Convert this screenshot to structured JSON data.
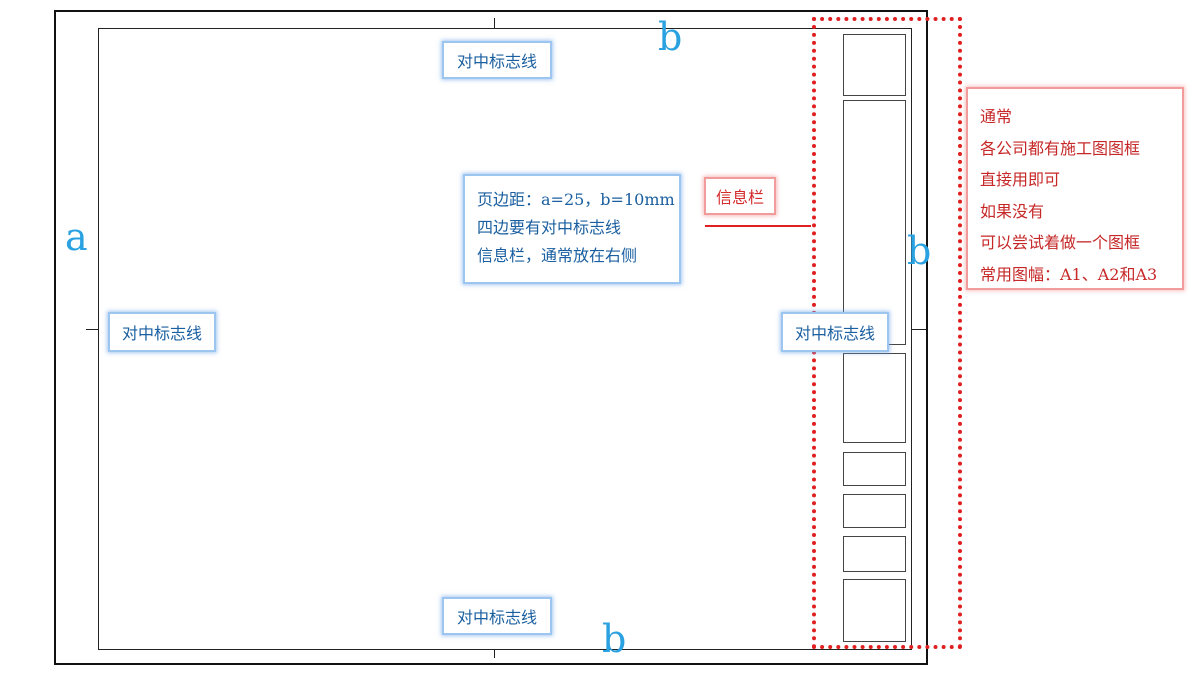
{
  "diagram": {
    "center_mark_label": "对中标志线",
    "letters": {
      "a": "a",
      "b": "b"
    },
    "margin_note": {
      "lines": [
        "页边距：a=25，b=10mm",
        "四边要有对中标志线",
        "信息栏，通常放在右侧"
      ]
    },
    "info_bar_label": "信息栏",
    "side_note": {
      "lines": [
        "通常",
        "各公司都有施工图图框",
        "直接用即可",
        "如果没有",
        "可以尝试着做一个图框",
        "常用图幅：A1、A2和A3"
      ]
    },
    "colors": {
      "blue_text": "#1a5fa0",
      "letter_blue": "#2aa1e0",
      "red": "#e02020",
      "blue_glow": "#9cc6f0"
    }
  }
}
